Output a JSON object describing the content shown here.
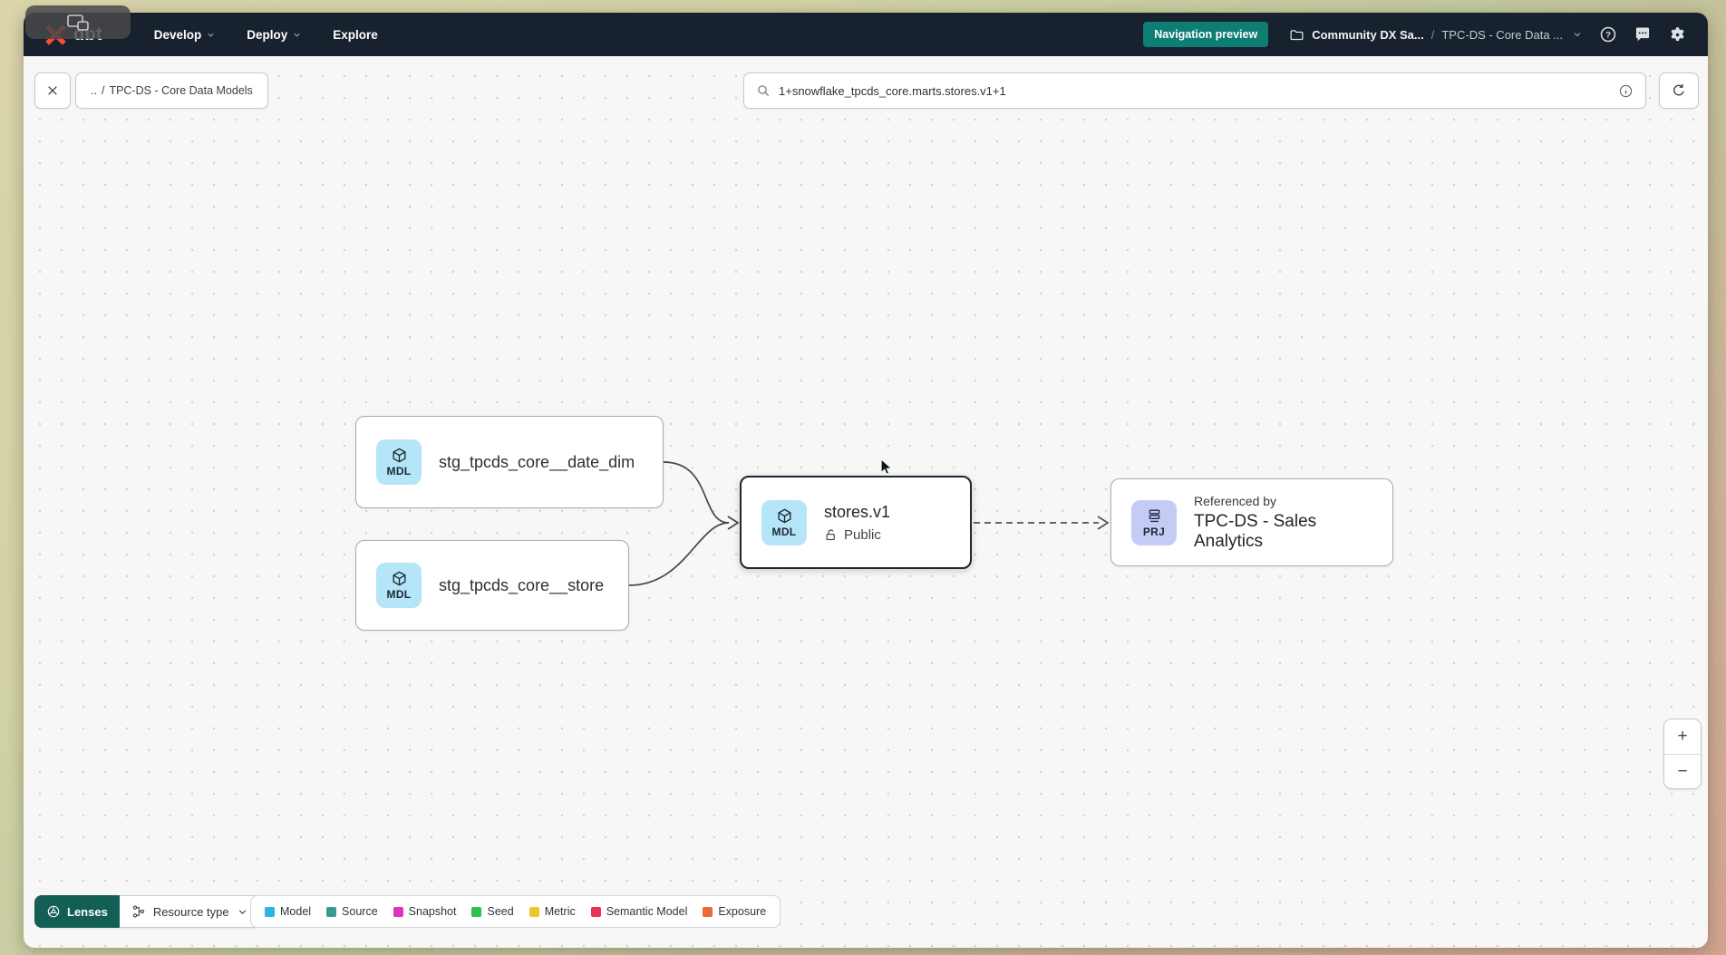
{
  "navbar": {
    "brand": "dbt",
    "menus": [
      {
        "label": "Develop"
      },
      {
        "label": "Deploy"
      },
      {
        "label": "Explore"
      }
    ],
    "preview_badge": "Navigation preview",
    "breadcrumb": {
      "account": "Community DX Sa...",
      "separator": "/",
      "project": "TPC-DS - Core Data ..."
    }
  },
  "toolbar": {
    "breadcrumb": {
      "up": "..",
      "separator": "/",
      "current": "TPC-DS - Core Data Models"
    },
    "search": {
      "value": "1+snowflake_tpcds_core.marts.stores.v1+1"
    }
  },
  "graph": {
    "nodes": [
      {
        "badge": "MDL",
        "label": "stg_tpcds_core__date_dim"
      },
      {
        "badge": "MDL",
        "label": "stg_tpcds_core__store"
      },
      {
        "badge": "MDL",
        "title": "stores.v1",
        "visibility": "Public"
      },
      {
        "badge": "PRJ",
        "pretitle": "Referenced by",
        "title": "TPC-DS - Sales Analytics"
      }
    ]
  },
  "legend": {
    "items": [
      {
        "label": "Model",
        "color": "#29b5e8"
      },
      {
        "label": "Source",
        "color": "#3d9a93"
      },
      {
        "label": "Snapshot",
        "color": "#e131c2"
      },
      {
        "label": "Seed",
        "color": "#2fbe4f"
      },
      {
        "label": "Metric",
        "color": "#efc42e"
      },
      {
        "label": "Semantic Model",
        "color": "#ee2e5b"
      },
      {
        "label": "Exposure",
        "color": "#f0663b"
      }
    ]
  },
  "controls": {
    "lenses": "Lenses",
    "resource_type": "Resource type",
    "zoom_in": "+",
    "zoom_out": "−"
  },
  "colors": {
    "accent_teal": "#0e7e74",
    "navbar_bg": "#18222f",
    "model_badge_bg": "#b5e5f8",
    "project_badge_bg": "#c4ccf6",
    "selected_border": "#1b2732"
  }
}
